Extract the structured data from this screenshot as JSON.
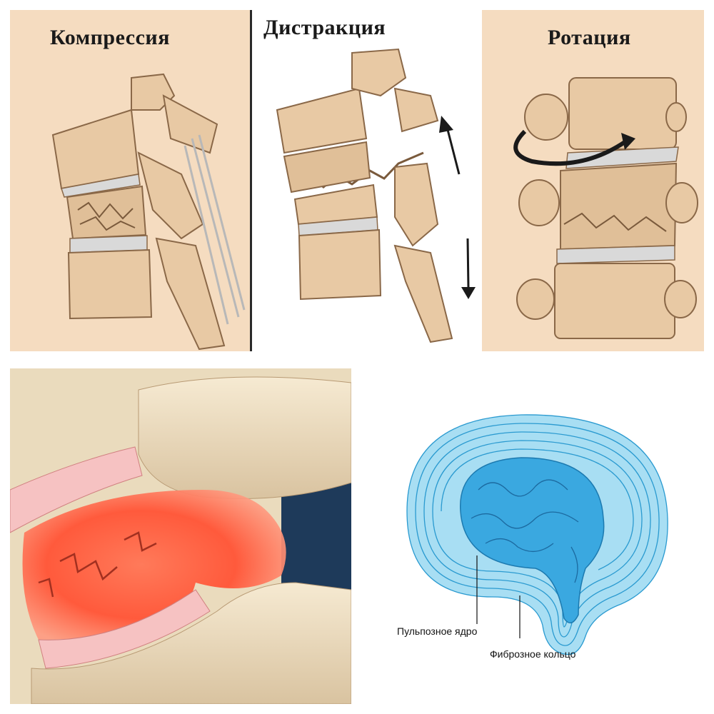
{
  "panels": {
    "compression": {
      "title": "Компрессия",
      "background": "#f5dcc0"
    },
    "distraction": {
      "title": "Дистракция",
      "background": "#ffffff"
    },
    "rotation": {
      "title": "Ротация",
      "background": "#f5dcc0"
    },
    "fracture_render": {
      "background": "#f0e2c8",
      "highlight": "#ff5a3c"
    },
    "disc": {
      "nucleus_label": "Пульпозное ядро",
      "annulus_label": "Фиброзное кольцо",
      "annulus_color": "#8fd4f0",
      "nucleus_color": "#3aa8e0"
    }
  },
  "colors": {
    "bone": "#e8c9a4",
    "bone_dark": "#a07a58",
    "ligament": "#c8c8c8",
    "arrow": "#1a1a1a"
  }
}
